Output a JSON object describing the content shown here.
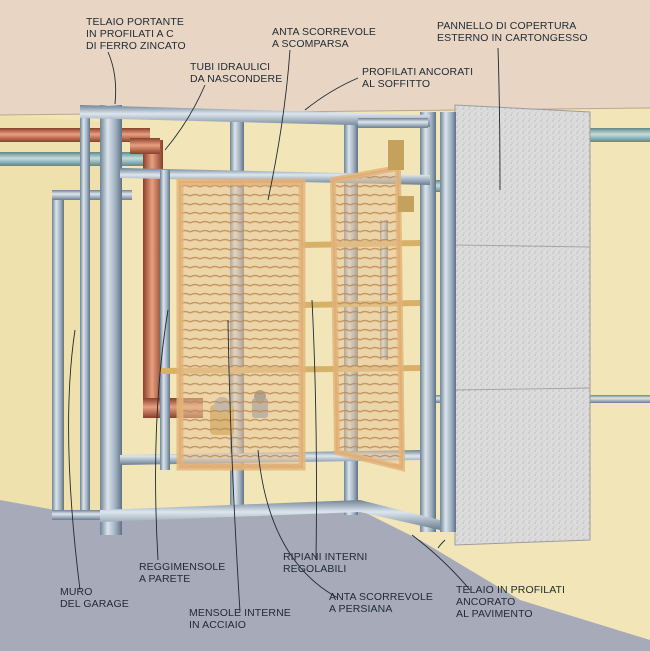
{
  "labels": {
    "telaio_portante": [
      "TELAIO PORTANTE",
      "IN PROFILATI A C",
      "DI FERRO ZINCATO"
    ],
    "tubi_idraulici": [
      "TUBI IDRAULICI",
      "DA NASCONDERE"
    ],
    "anta_scomparsa": [
      "ANTA SCORREVOLE",
      "A SCOMPARSA"
    ],
    "profilati_soffitto": [
      "PROFILATI ANCORATI",
      "AL SOFFITTO"
    ],
    "pannello_copertura": [
      "PANNELLO DI COPERTURA",
      "ESTERNO IN CARTONGESSO"
    ],
    "reggimensole": [
      "REGGIMENSOLE",
      "A PARETE"
    ],
    "ripiani": [
      "RIPIANI INTERNI",
      "REGOLABILI"
    ],
    "muro_garage": [
      "MURO",
      "DEL GARAGE"
    ],
    "mensole_acciaio": [
      "MENSOLE INTERNE",
      "IN ACCIAIO"
    ],
    "anta_persiana": [
      "ANTA SCORREVOLE",
      "A PERSIANA"
    ],
    "telaio_pavimento": [
      "TELAIO IN PROFILATI",
      "ANCORATO",
      "AL PAVIMENTO"
    ]
  },
  "colors": {
    "ceiling": "#e8d5c4",
    "wall": "#f2e6b8",
    "floor": "#a7aab8",
    "steel": "#aab8c6",
    "copper": "#c97454",
    "pipe_blue": "#8fb2b0",
    "wood": "#e9c89a",
    "panel": "#d9d9d9",
    "leader": "#1f2a33"
  }
}
